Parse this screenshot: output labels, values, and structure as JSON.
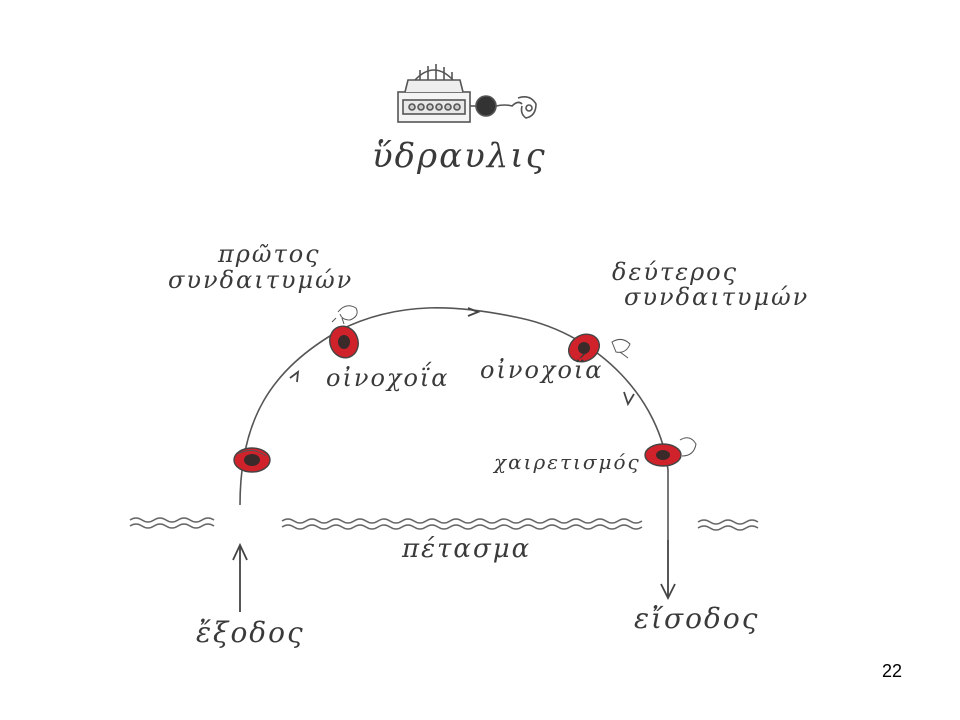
{
  "diagram": {
    "instrument_label": "ὕδραυλις",
    "first_guest_label": [
      "πρῶτος",
      "συνδαιτυμών"
    ],
    "second_guest_label": [
      "δεύτερος",
      "συνδαιτυμών"
    ],
    "oinochoia_left": "οἰνοχοΐα",
    "oinochoia_right": "οἰνοχοΐα",
    "greeting_label": "χαιρετισμός",
    "curtain_label": "πέτασμα",
    "exit_label": "ἔξοδος",
    "entrance_label": "εἴσοδος",
    "page_number": "22"
  },
  "colors": {
    "ink": "#4a4a4a",
    "marker_red": "#d0222a",
    "marker_dark": "#3a2a2a"
  }
}
